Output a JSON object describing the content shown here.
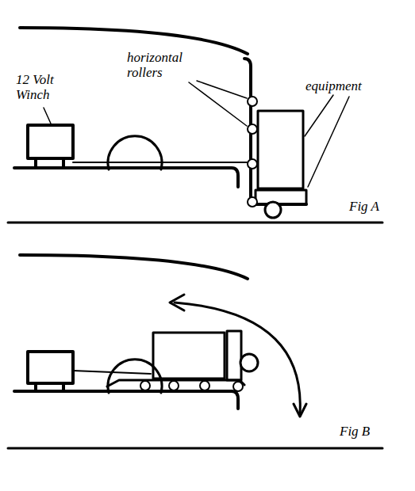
{
  "diagram": {
    "labels": [
      "12 Volt Winch",
      "horizontal rollers",
      "equipment",
      "Fig A",
      "Fig B"
    ]
  }
}
